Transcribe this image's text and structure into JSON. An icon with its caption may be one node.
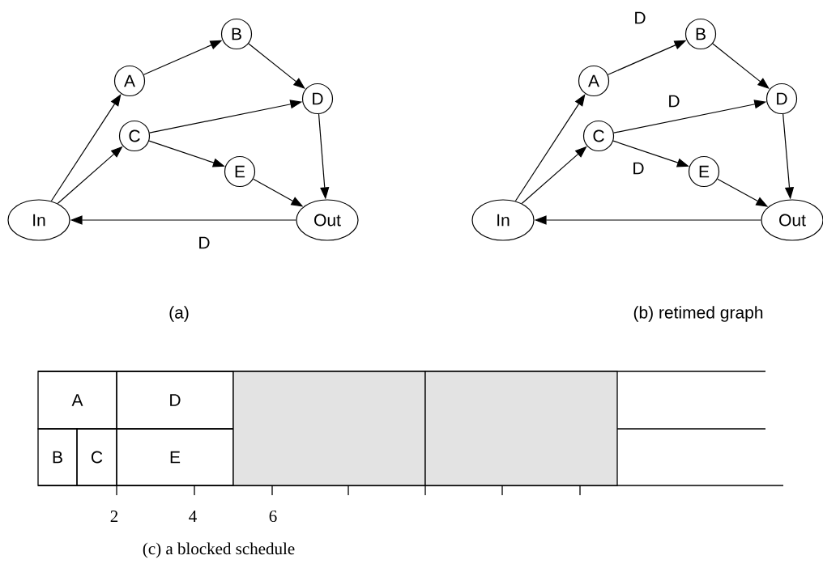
{
  "diagram": {
    "nodes": [
      {
        "text": [
          "In"
        ]
      },
      {
        "text": [
          "A"
        ]
      },
      {
        "text": [
          "B"
        ]
      },
      {
        "text": [
          "C"
        ]
      },
      {
        "text": [
          "D"
        ]
      },
      {
        "text": [
          "E"
        ]
      },
      {
        "text": [
          "Out"
        ]
      },
      {
        "text": [
          "In"
        ]
      },
      {
        "text": [
          "A"
        ]
      },
      {
        "text": [
          "B"
        ]
      },
      {
        "text": [
          "C"
        ]
      },
      {
        "text": [
          "D"
        ]
      },
      {
        "text": [
          "E"
        ]
      },
      {
        "text": [
          "Out"
        ]
      },
      {
        "text": [
          "A"
        ]
      },
      {
        "text": [
          "D"
        ]
      },
      {
        "text": [
          "B"
        ]
      },
      {
        "text": [
          "C"
        ]
      },
      {
        "text": [
          "E"
        ]
      },
      {
        "text": [],
        "shape": "box"
      },
      {
        "text": [],
        "shape": "box"
      }
    ],
    "edges": [
      {
        "from": 0,
        "to": 1,
        "arrow": "to"
      },
      {
        "from": 0,
        "to": 3,
        "arrow": "to"
      },
      {
        "from": 1,
        "to": 2,
        "arrow": "to"
      },
      {
        "from": 2,
        "to": 4,
        "arrow": "to"
      },
      {
        "from": 3,
        "to": 4,
        "arrow": "to"
      },
      {
        "from": 3,
        "to": 5,
        "arrow": "to"
      },
      {
        "from": 5,
        "to": 6,
        "arrow": "to"
      },
      {
        "from": 4,
        "to": 6,
        "arrow": "to"
      },
      {
        "from": 6,
        "to": 0,
        "arrow": "to",
        "label": "D"
      },
      {
        "from": 7,
        "to": 8,
        "arrow": "to"
      },
      {
        "from": 7,
        "to": 10,
        "arrow": "to"
      },
      {
        "from": 8,
        "to": 9,
        "arrow": "to",
        "label": "D"
      },
      {
        "from": 9,
        "to": 11,
        "arrow": "to"
      },
      {
        "from": 10,
        "to": 11,
        "arrow": "to",
        "label": "D"
      },
      {
        "from": 10,
        "to": 12,
        "arrow": "to",
        "label": "D"
      },
      {
        "from": 12,
        "to": 13,
        "arrow": "to"
      },
      {
        "from": 11,
        "to": 13,
        "arrow": "to"
      },
      {
        "from": 13,
        "to": 7,
        "arrow": "to"
      }
    ],
    "labels": [
      "(a)",
      "(b) retimed graph",
      "2",
      "4",
      "6",
      "(c) a blocked schedule"
    ]
  }
}
